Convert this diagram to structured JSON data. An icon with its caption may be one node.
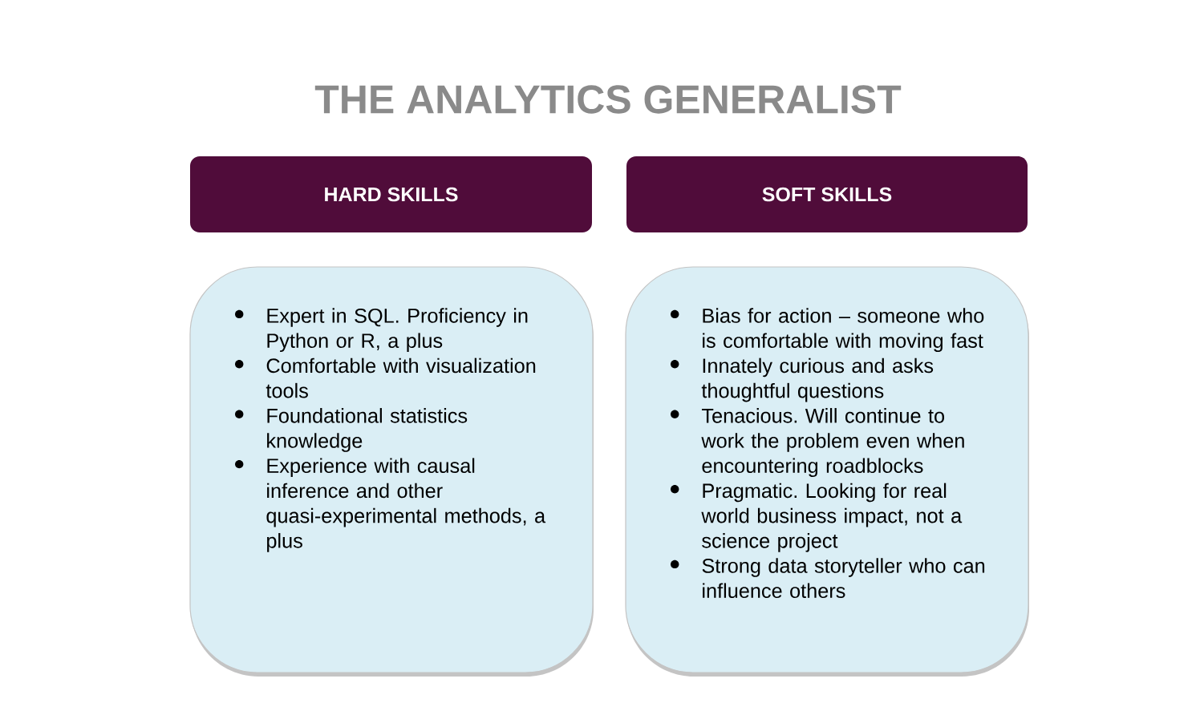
{
  "diagram": {
    "title": "THE ANALYTICS GENERALIST",
    "nodes": [
      {
        "text": [
          "HARD SKILLS"
        ]
      },
      {
        "text": [
          "SOFT SKILLS"
        ]
      },
      {
        "text": [
          "Expert in SQL. Proficiency in Python or R, a plus",
          "Comfortable with visualization tools",
          "Foundational statistics knowledge",
          "Experience with causal inference and other quasi-experimental methods, a plus"
        ]
      },
      {
        "text": [
          "Bias for action – someone who is comfortable with moving fast",
          "Innately curious and asks thoughtful questions",
          "Tenacious. Will continue to work the problem even when encountering roadblocks",
          "Pragmatic. Looking for real world business impact, not a science project",
          "Strong data storyteller who can influence others"
        ]
      }
    ],
    "edges": []
  }
}
